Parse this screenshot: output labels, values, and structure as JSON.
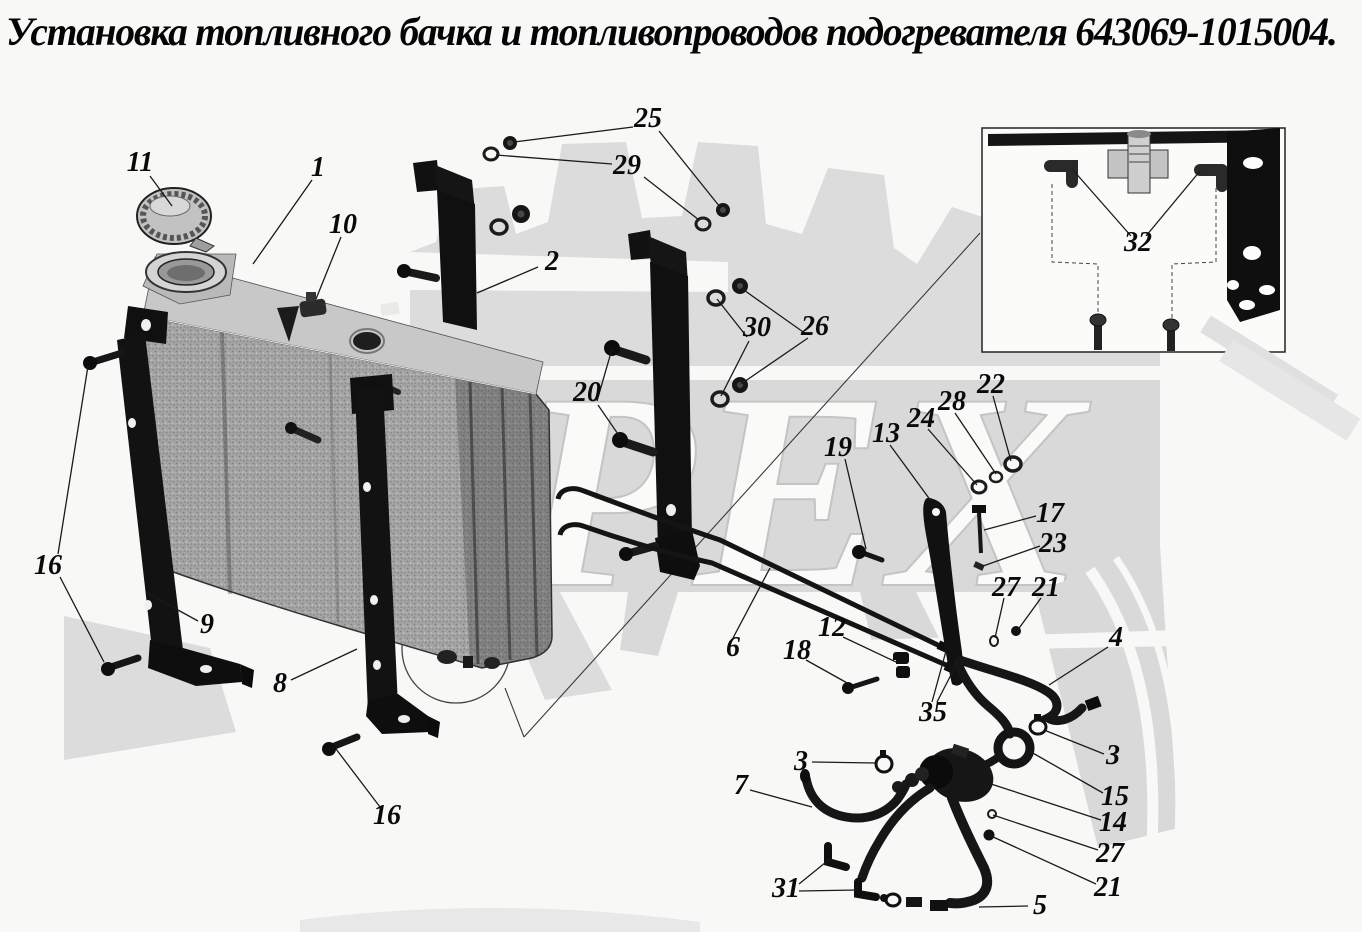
{
  "title": "Установка топливного бачка и топливопроводов подогревателя 643069-1015004.",
  "watermark": {
    "text": "РЕХ"
  },
  "callouts": {
    "c1": {
      "label": "1"
    },
    "c2": {
      "label": "2"
    },
    "c3a": {
      "label": "3"
    },
    "c3b": {
      "label": "3"
    },
    "c4": {
      "label": "4"
    },
    "c5": {
      "label": "5"
    },
    "c6": {
      "label": "6"
    },
    "c7": {
      "label": "7"
    },
    "c8": {
      "label": "8"
    },
    "c9": {
      "label": "9"
    },
    "c10": {
      "label": "10"
    },
    "c11": {
      "label": "11"
    },
    "c12": {
      "label": "12"
    },
    "c13": {
      "label": "13"
    },
    "c14": {
      "label": "14"
    },
    "c15": {
      "label": "15"
    },
    "c16a": {
      "label": "16"
    },
    "c16b": {
      "label": "16"
    },
    "c17": {
      "label": "17"
    },
    "c18": {
      "label": "18"
    },
    "c19": {
      "label": "19"
    },
    "c20": {
      "label": "20"
    },
    "c21a": {
      "label": "21"
    },
    "c21b": {
      "label": "21"
    },
    "c22": {
      "label": "22"
    },
    "c23": {
      "label": "23"
    },
    "c24": {
      "label": "24"
    },
    "c25": {
      "label": "25"
    },
    "c26": {
      "label": "26"
    },
    "c27a": {
      "label": "27"
    },
    "c27b": {
      "label": "27"
    },
    "c28": {
      "label": "28"
    },
    "c29": {
      "label": "29"
    },
    "c30": {
      "label": "30"
    },
    "c31": {
      "label": "31"
    },
    "c32": {
      "label": "32"
    },
    "c35": {
      "label": "35"
    }
  }
}
